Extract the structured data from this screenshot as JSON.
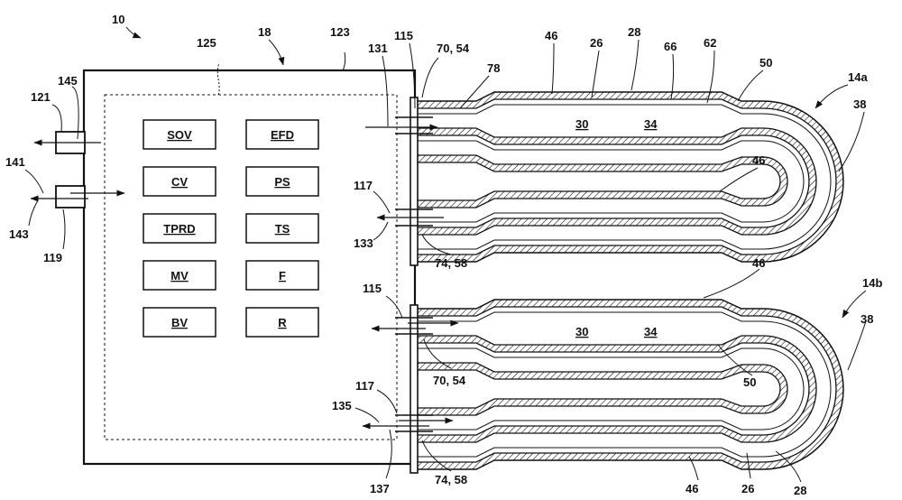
{
  "figure_ref": "10",
  "housing": {
    "ref": "18",
    "inner_ref": "125",
    "top_ref": "123"
  },
  "components": [
    "SOV",
    "EFD",
    "CV",
    "PS",
    "TPRD",
    "TS",
    "MV",
    "F",
    "BV",
    "R"
  ],
  "left_ports": {
    "upper": [
      "145",
      "121"
    ],
    "lower": [
      "141",
      "143",
      "119"
    ]
  },
  "tank_a": {
    "ref": "14a",
    "top_labels": [
      "115",
      "131",
      "70, 54",
      "78",
      "46",
      "26",
      "28",
      "66",
      "62",
      "50"
    ],
    "chamber_labels": [
      "30",
      "34"
    ],
    "side_labels": [
      "38",
      "46",
      "117",
      "133",
      "74, 58"
    ]
  },
  "tank_b": {
    "ref": "14b",
    "labels": [
      "46",
      "115",
      "30",
      "34",
      "38",
      "70, 54",
      "50",
      "117",
      "135",
      "137",
      "74, 58",
      "46",
      "26",
      "28"
    ]
  }
}
